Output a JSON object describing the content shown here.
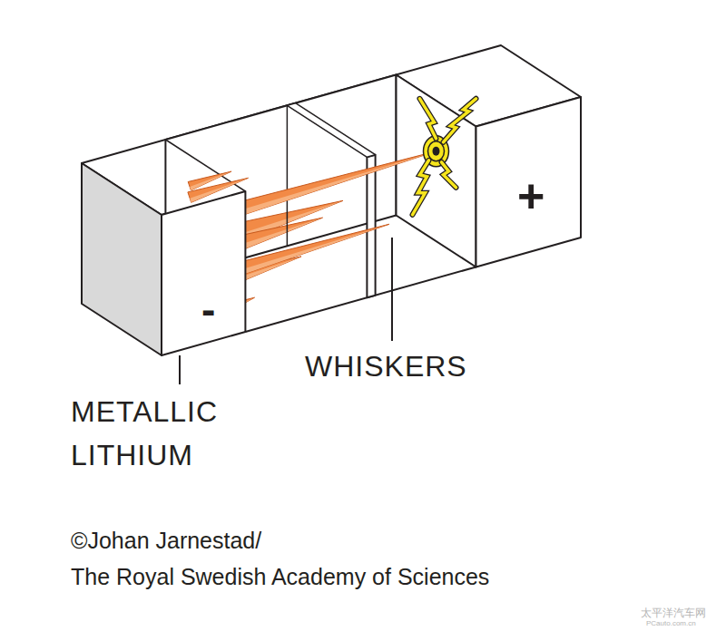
{
  "diagram": {
    "caption": "©Johan Jarnestad/ The Royal Swedish Academy of Sciences",
    "labels": [
      "-",
      "+",
      "WHISKERS",
      "METALLIC LITHIUM",
      "太平洋汽车网",
      "PCauto.com.cn"
    ]
  }
}
